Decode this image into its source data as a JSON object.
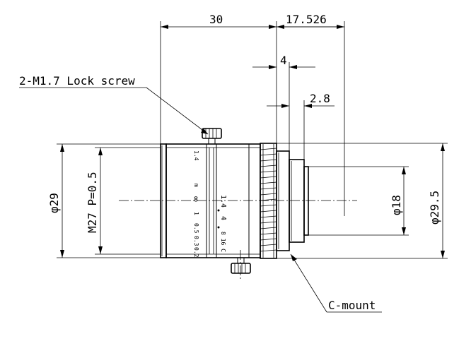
{
  "dimensions": {
    "length_body": "30",
    "length_back": "17.526",
    "flange_4": "4",
    "flange_2_8": "2.8",
    "dia_29": "φ29",
    "thread": "M27 P=0.5",
    "dia_18": "φ18",
    "dia_29_5": "φ29.5"
  },
  "callouts": {
    "lock_screw": "2-M1.7 Lock screw",
    "c_mount": "C-mount"
  },
  "barrel_markings": {
    "aperture_1_4": "1.4",
    "aperture_4": "4",
    "aperture_8_16_c": "8 16 C",
    "focus_m": "m",
    "focus_inf": "∞",
    "focus_1": "1",
    "focus_0_5": "0.5",
    "focus_0_3": "0.3",
    "focus_0_2": "0.2",
    "focus_1_4": "1.4"
  }
}
